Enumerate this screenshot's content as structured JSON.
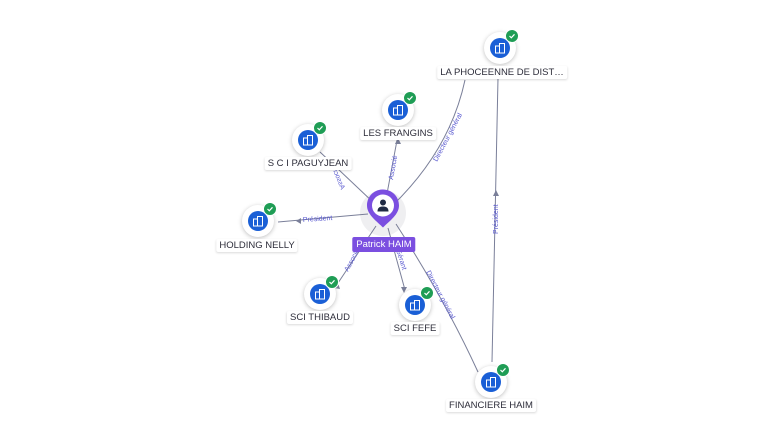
{
  "center": {
    "name": "Patrick HAIM"
  },
  "companies": {
    "phoceenne": "LA PHOCEENNE DE DIST…",
    "frangins": "LES FRANGINS",
    "paguyjean": "S C I PAGUYJEAN",
    "nelly": "HOLDING NELLY",
    "thibaud": "SCI THIBAUD",
    "fefe": "SCI FEFE",
    "financiere": "FINANCIERE HAIM"
  },
  "relations": {
    "dg_phoceenne": "Directeur général",
    "associe_frangins": "Associé",
    "associe_paguyjean": "Associé",
    "president_nelly": "Président",
    "associe_thibaud": "Associé",
    "gerant_fefe": "Gérant",
    "dg_financiere": "Directeur général",
    "president_fin_phoc": "Président"
  },
  "colors": {
    "person": "#7b4fe0",
    "company": "#1a5fd6",
    "verified": "#1f9d55",
    "edge": "#7a7f99",
    "edge_label": "#5a5ad0"
  },
  "icons": {
    "person": "person-icon",
    "company": "building-icon",
    "verified": "check-icon"
  }
}
